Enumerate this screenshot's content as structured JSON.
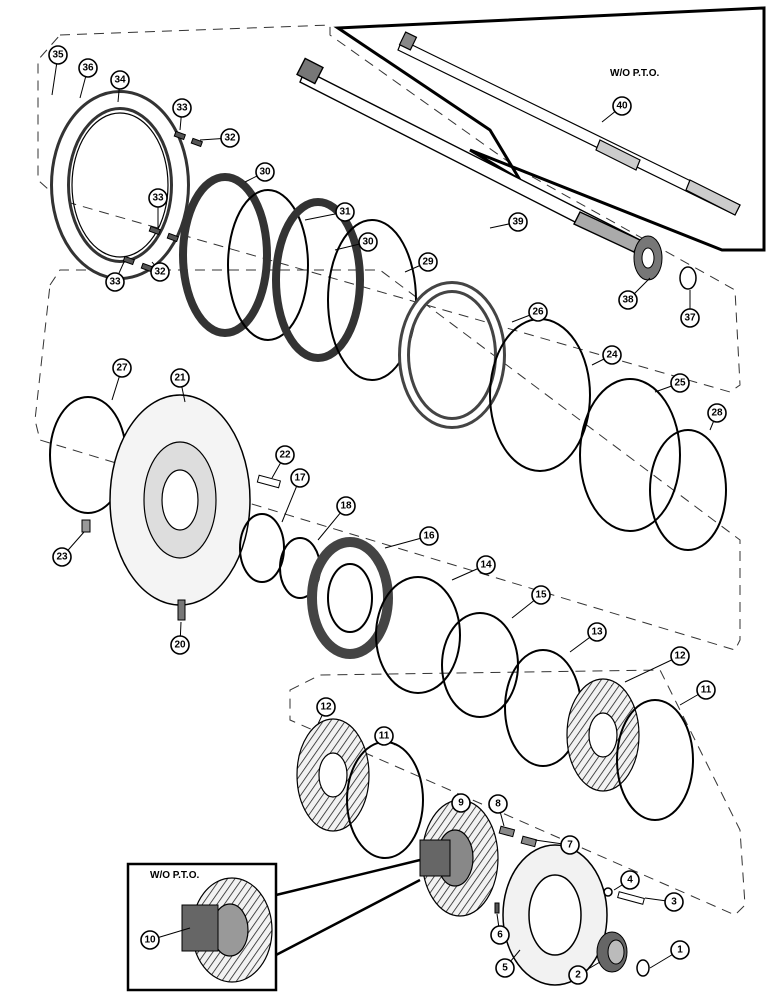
{
  "diagram": {
    "inset_top": {
      "title": "W/O P.T.O."
    },
    "inset_bottom": {
      "title": "W/O P.T.O."
    },
    "callouts": [
      {
        "label": "35"
      },
      {
        "label": "36"
      },
      {
        "label": "34"
      },
      {
        "label": "33"
      },
      {
        "label": "32"
      },
      {
        "label": "33"
      },
      {
        "label": "33"
      },
      {
        "label": "32"
      },
      {
        "label": "30"
      },
      {
        "label": "31"
      },
      {
        "label": "30"
      },
      {
        "label": "29"
      },
      {
        "label": "40"
      },
      {
        "label": "39"
      },
      {
        "label": "38"
      },
      {
        "label": "37"
      },
      {
        "label": "26"
      },
      {
        "label": "24"
      },
      {
        "label": "25"
      },
      {
        "label": "28"
      },
      {
        "label": "27"
      },
      {
        "label": "21"
      },
      {
        "label": "22"
      },
      {
        "label": "17"
      },
      {
        "label": "18"
      },
      {
        "label": "16"
      },
      {
        "label": "14"
      },
      {
        "label": "15"
      },
      {
        "label": "23"
      },
      {
        "label": "20"
      },
      {
        "label": "13"
      },
      {
        "label": "12"
      },
      {
        "label": "11"
      },
      {
        "label": "12"
      },
      {
        "label": "11"
      },
      {
        "label": "9"
      },
      {
        "label": "8"
      },
      {
        "label": "7"
      },
      {
        "label": "4"
      },
      {
        "label": "3"
      },
      {
        "label": "6"
      },
      {
        "label": "5"
      },
      {
        "label": "2"
      },
      {
        "label": "1"
      },
      {
        "label": "10"
      }
    ]
  }
}
